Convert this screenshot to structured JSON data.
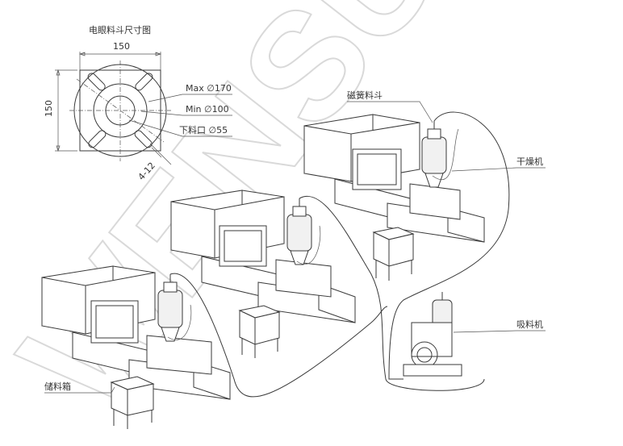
{
  "watermark": "WENSUI",
  "detail": {
    "title": "电眼料斗尺寸图",
    "width_dim": "150",
    "height_dim": "150",
    "bolt_note": "4-12",
    "max_label": "Max ∅170",
    "min_label": "Min ∅100",
    "outlet_label": "下料口 ∅55"
  },
  "callouts": {
    "magnetic_hopper": "磁簧料斗",
    "dryer": "干燥机",
    "loader": "吸料机",
    "storage_bin": "储料箱"
  }
}
